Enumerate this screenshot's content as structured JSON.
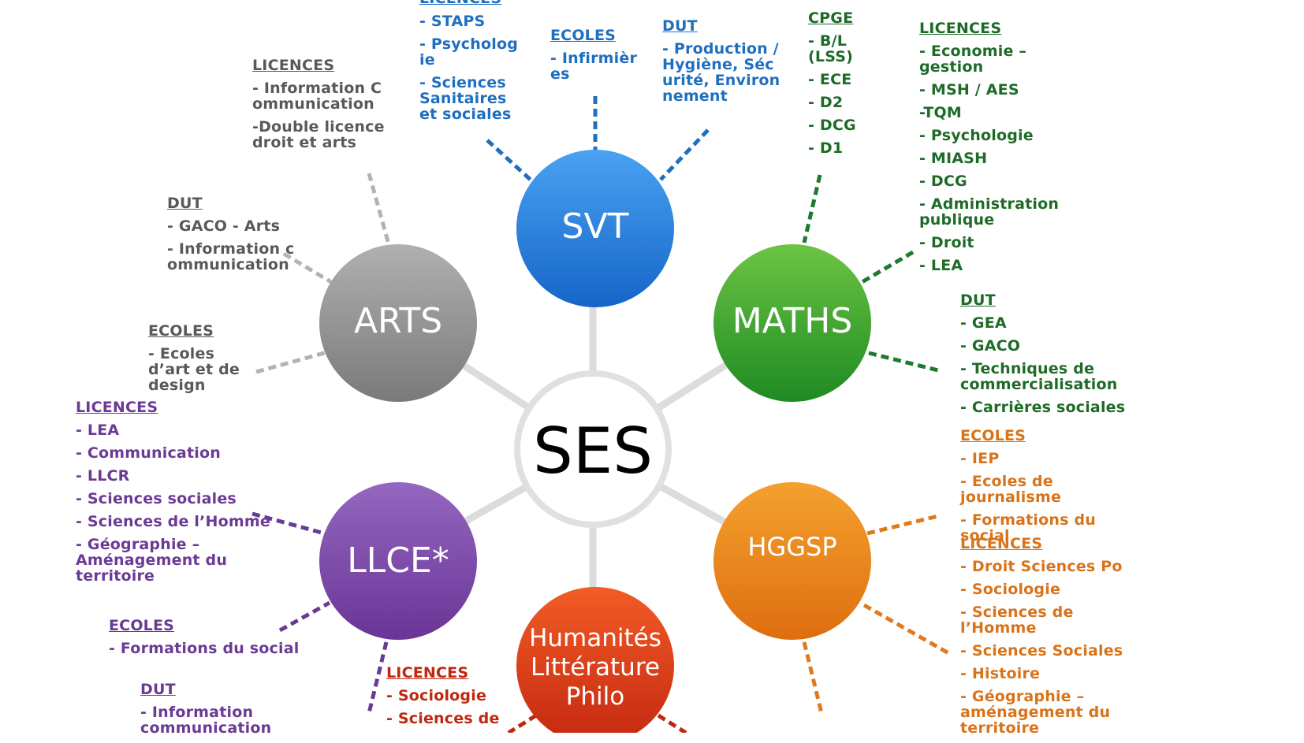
{
  "center": {
    "label": "SES"
  },
  "subjects": {
    "svt": "SVT",
    "maths": "MATHS",
    "arts": "ARTS",
    "llce": "LLCE*",
    "hggsp": "HGGSP",
    "hlp": [
      "Humanités",
      "Littérature",
      "Philo"
    ]
  },
  "colors": {
    "svt": "#1f78d8",
    "maths": "#3a9e2c",
    "arts": "#8c8c8c",
    "llce": "#7b46a6",
    "hggsp": "#e6841a",
    "hlp": "#e0401a"
  },
  "groups": {
    "svt_licences": {
      "heading": "LICENCES",
      "items": [
        "- STAPS",
        "- Psychologie",
        "- Sciences Sanitaires et sociales"
      ]
    },
    "svt_ecoles": {
      "heading": "ECOLES",
      "items": [
        "- Infirmières"
      ]
    },
    "svt_dut": {
      "heading": "DUT",
      "items": [
        "- Production / Hygiène, Sécurité, Environnement"
      ]
    },
    "maths_cpge": {
      "heading": "CPGE",
      "items": [
        "- B/L (LSS)",
        "- ECE",
        "- D2",
        "- DCG",
        "- D1"
      ]
    },
    "maths_licences": {
      "heading": "LICENCES",
      "items": [
        "- Economie – gestion",
        "- MSH / AES",
        "-TQM",
        "- Psychologie",
        "- MIASH",
        "- DCG",
        "- Administration publique",
        "- Droit",
        "- LEA"
      ]
    },
    "maths_dut": {
      "heading": "DUT",
      "items": [
        "- GEA",
        "- GACO",
        "- Techniques de commercialisation",
        "- Carrières sociales"
      ]
    },
    "hggsp_ecoles": {
      "heading": "ECOLES",
      "items": [
        "- IEP",
        "- Ecoles de journalisme",
        "- Formations du social"
      ]
    },
    "hggsp_licences": {
      "heading": "LICENCES",
      "items": [
        "- Droit Sciences Po",
        "- Sociologie",
        "- Sciences de l’Homme",
        "- Sciences Sociales",
        "- Histoire",
        "- Géographie – aménagement du territoire"
      ]
    },
    "arts_licences": {
      "heading": "LICENCES",
      "items": [
        "- Information Communication",
        "-Double licence droit et arts"
      ]
    },
    "arts_dut": {
      "heading": "DUT",
      "items": [
        "- GACO - Arts",
        "- Information communication"
      ]
    },
    "arts_ecoles": {
      "heading": "ECOLES",
      "items": [
        "- Ecoles d’art et de design"
      ]
    },
    "llce_licences": {
      "heading": "LICENCES",
      "items": [
        "- LEA",
        "- Communication",
        "- LLCR",
        "- Sciences sociales",
        "- Sciences de l’Homme",
        "- Géographie – Aménagement du territoire"
      ]
    },
    "llce_ecoles": {
      "heading": "ECOLES",
      "items": [
        "- Formations du social"
      ]
    },
    "llce_dut": {
      "heading": "DUT",
      "items": [
        "- Information communication"
      ]
    },
    "hlp_licences": {
      "heading": "LICENCES",
      "items": [
        "- Sociologie",
        "- Sciences de"
      ]
    }
  }
}
